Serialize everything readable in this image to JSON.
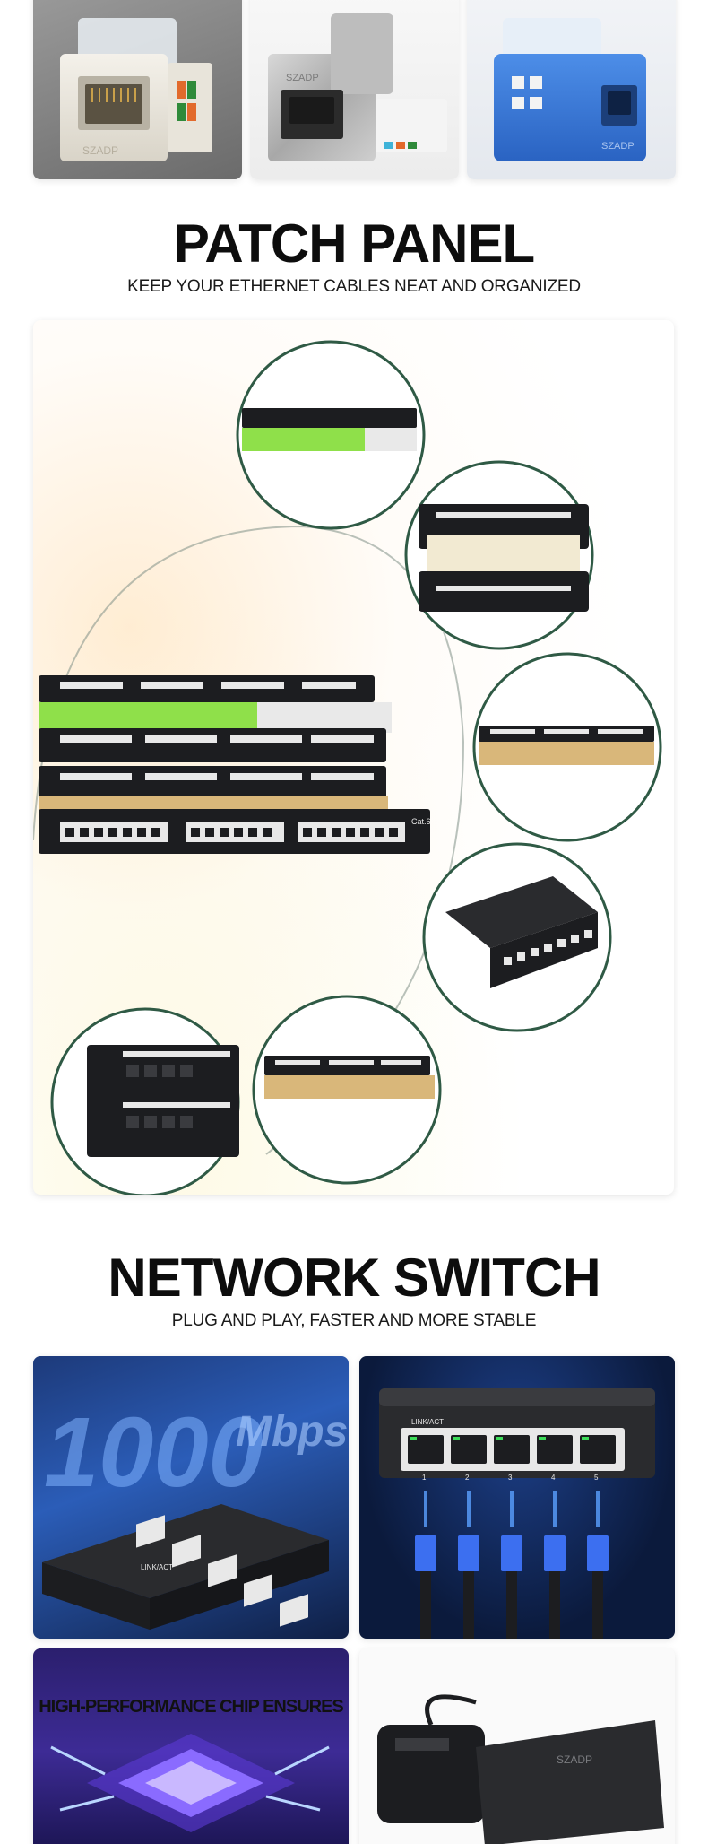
{
  "sections": {
    "patch_panel": {
      "title": "PATCH PANEL",
      "subtitle": "KEEP YOUR ETHERNET CABLES NEAT AND ORGANIZED"
    },
    "network_switch": {
      "title": "NETWORK SWITCH",
      "subtitle": "PLUG AND PLAY, FASTER AND MORE STABLE"
    }
  },
  "images": {
    "keystone_1": {
      "brand": "SZADP"
    },
    "keystone_2": {
      "brand": "SZADP"
    },
    "keystone_3": {
      "brand": "SZADP"
    },
    "patch_panel": {
      "cat_label": "Cat.6"
    },
    "switch_speed": {
      "speed": "1000",
      "unit": "Mbps",
      "led_label": "LINK/ACT"
    },
    "switch_ports": {
      "led_label": "LINK/ACT",
      "port_numbers": [
        "1",
        "2",
        "3",
        "4",
        "5"
      ]
    },
    "chip": {
      "caption": "HIGH-PERFORMANCE CHIP ENSURES"
    },
    "adapter": {
      "brand": "SZADP"
    }
  },
  "colors": {
    "circle_stroke": "#2f5a45",
    "panel_black": "#1c1d20",
    "green_label": "#8fe04a",
    "tan_label": "#d9b77a",
    "switch_blue": "#2b5db8",
    "cable_blue": "#3c6ff0"
  }
}
